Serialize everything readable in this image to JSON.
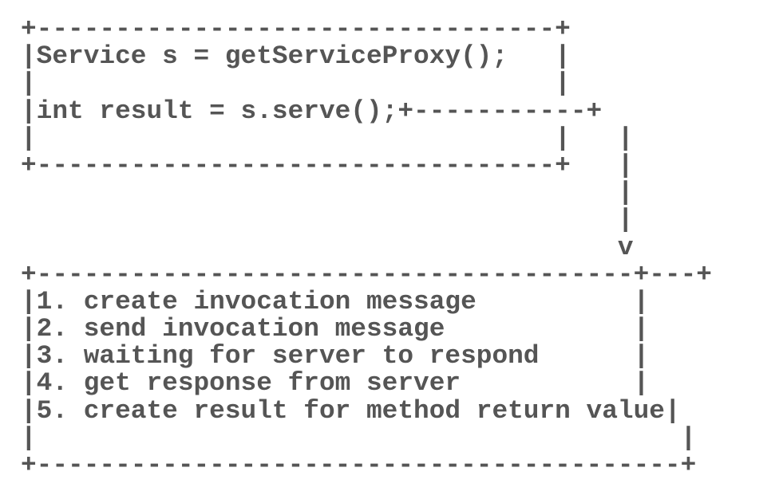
{
  "diagram": {
    "lines": [
      "+---------------------------------+",
      "|Service s = getServiceProxy();   |",
      "|                                 |",
      "|int result = s.serve();+-----------+",
      "|                                 |   |",
      "+---------------------------------+   |",
      "                                      |",
      "                                      |",
      "                                      v",
      "+--------------------------------------+---+",
      "|1. create invocation message          |",
      "|2. send invocation message            |",
      "|3. waiting for server to respond      |",
      "|4. get response from server           |",
      "|5. create result for method return value|",
      "|                                         |",
      "+-----------------------------------------+"
    ]
  }
}
